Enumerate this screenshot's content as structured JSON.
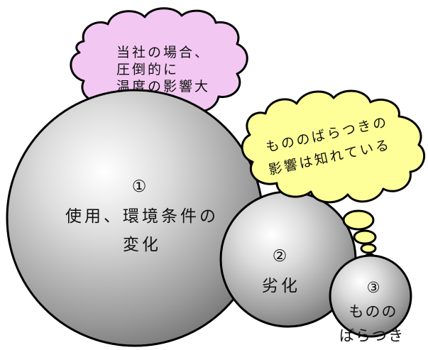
{
  "bubbles": {
    "sphere1": {
      "number": "①",
      "line1": "使用、環境条件の",
      "line2": "変化"
    },
    "sphere2": {
      "number": "②",
      "line1": "劣化"
    },
    "sphere3": {
      "number": "③",
      "line1": "ものの",
      "line2": "ばらつき"
    }
  },
  "thoughts": {
    "pink": {
      "lines": [
        "当社の場合、",
        "圧倒的に",
        "温度の影響大"
      ],
      "color": "#f2c8f2"
    },
    "yellow": {
      "lines": [
        "もののばらつきの",
        "影響は知れている"
      ],
      "color": "#ffff99"
    }
  }
}
